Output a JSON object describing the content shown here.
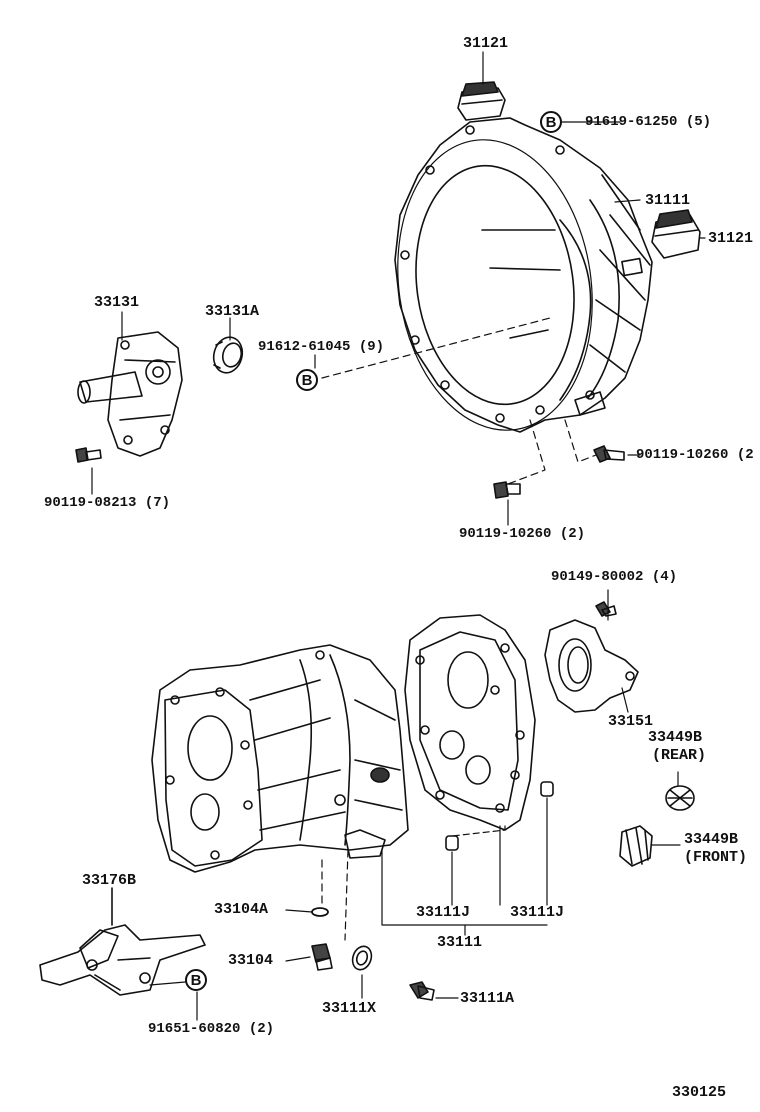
{
  "figure_number": "330125",
  "ref_mark": "B",
  "parts": {
    "p31121_top": "31121",
    "p31121_right": "31121",
    "p31111_housing": "31111",
    "p33131": "33131",
    "p33131A": "33131A",
    "p91619": "91619-61250 (5)",
    "p91612": "91612-61045 (9)",
    "p90119_08213": "90119-08213 (7)",
    "p90119_10260_right": "90119-10260 (2",
    "p90119_10260_bottom": "90119-10260 (2)",
    "p90149": "90149-80002 (4)",
    "p33151": "33151",
    "p33449B_rear": "33449B",
    "rear_note": "(REAR)",
    "p33449B_front": "33449B",
    "front_note": "(FRONT)",
    "p33176B": "33176B",
    "p33104A": "33104A",
    "p33104": "33104",
    "p33111X": "33111X",
    "p33111A": "33111A",
    "p33111J_left": "33111J",
    "p33111J_right": "33111J",
    "p33111_group": "33111",
    "p91651": "91651-60820 (2)"
  }
}
